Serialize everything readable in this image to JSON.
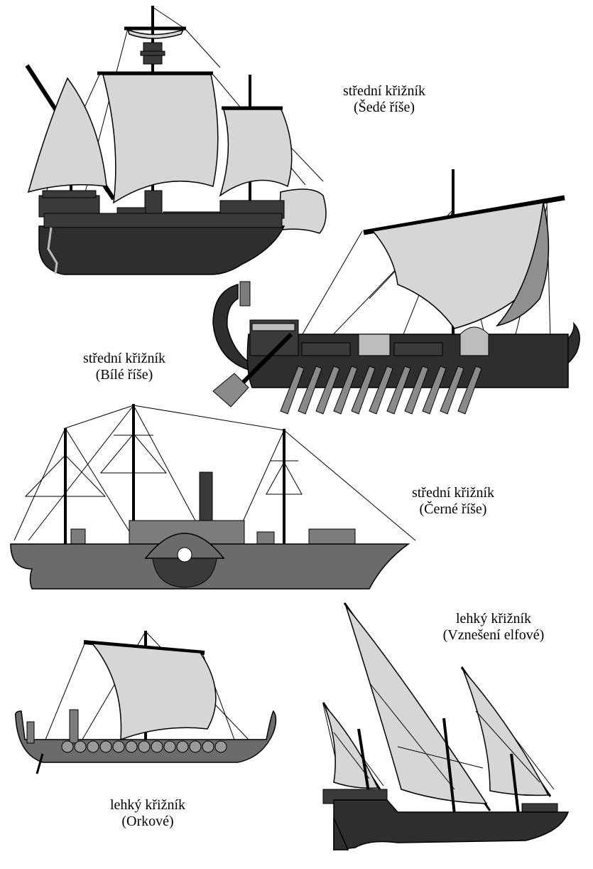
{
  "ships": [
    {
      "id": "grey-realm",
      "class_label": "střední křižník",
      "faction_label": "(Šedé říše)"
    },
    {
      "id": "white-realm",
      "class_label": "střední křižník",
      "faction_label": "(Bílé říše)"
    },
    {
      "id": "black-realm",
      "class_label": "střední křižník",
      "faction_label": "(Černé říše)"
    },
    {
      "id": "high-elves",
      "class_label": "lehký křižník",
      "faction_label": "(Vznešení elfové)"
    },
    {
      "id": "orcs",
      "class_label": "lehký křižník",
      "faction_label": "(Orkové)"
    }
  ]
}
